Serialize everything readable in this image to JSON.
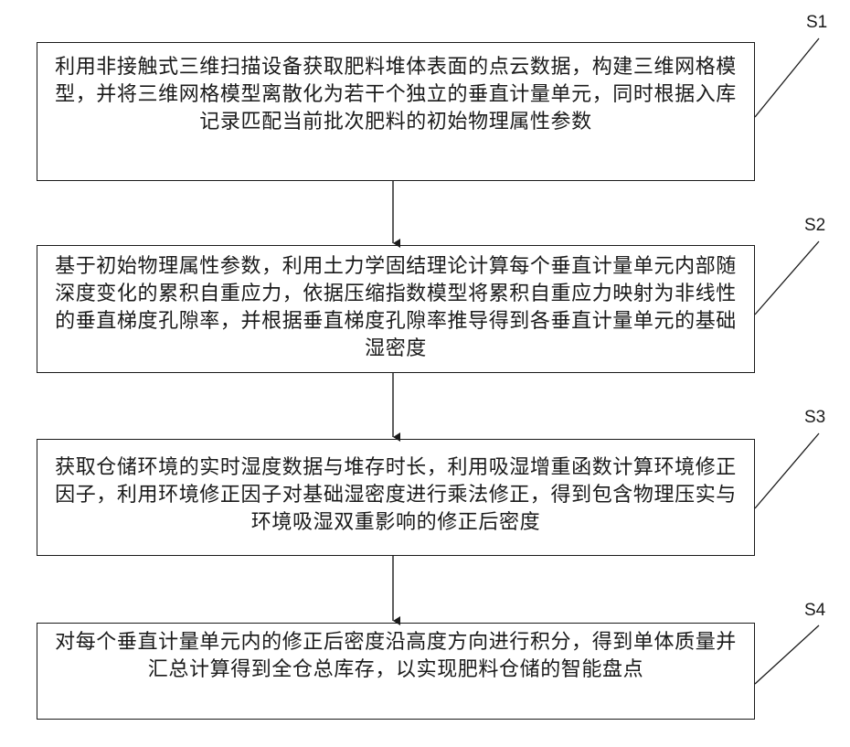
{
  "steps": [
    {
      "label": "S1",
      "text": "利用非接触式三维扫描设备获取肥料堆体表面的点云数据，构建三维网格模型，并将三维网格模型离散化为若干个独立的垂直计量单元，同时根据入库记录匹配当前批次肥料的初始物理属性参数"
    },
    {
      "label": "S2",
      "text": "基于初始物理属性参数，利用土力学固结理论计算每个垂直计量单元内部随深度变化的累积自重应力，依据压缩指数模型将累积自重应力映射为非线性的垂直梯度孔隙率，并根据垂直梯度孔隙率推导得到各垂直计量单元的基础湿密度"
    },
    {
      "label": "S3",
      "text": "获取仓储环境的实时湿度数据与堆存时长，利用吸湿增重函数计算环境修正因子，利用环境修正因子对基础湿密度进行乘法修正，得到包含物理压实与环境吸湿双重影响的修正后密度"
    },
    {
      "label": "S4",
      "text": "对每个垂直计量单元内的修正后密度沿高度方向进行积分，得到单体质量并汇总计算得到全仓总库存，以实现肥料仓储的智能盘点"
    }
  ]
}
